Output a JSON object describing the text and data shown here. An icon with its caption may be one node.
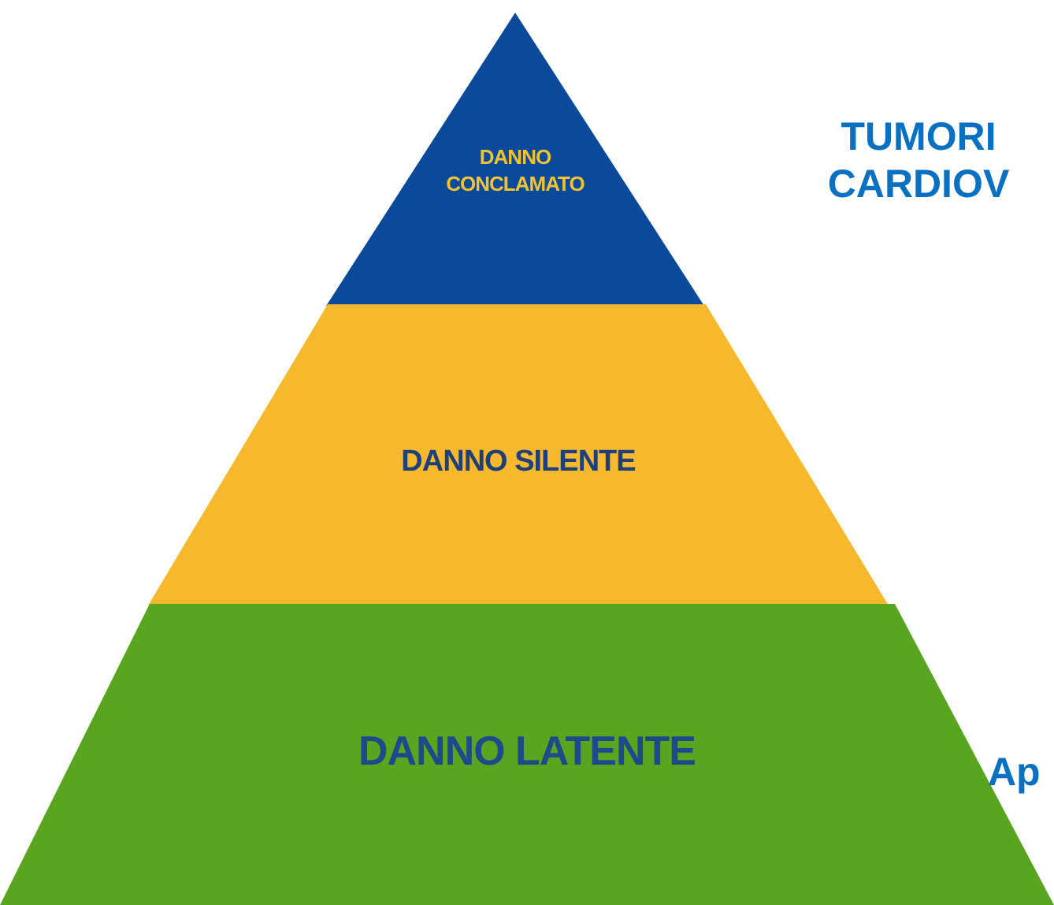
{
  "diagram": {
    "nodes": [
      {
        "text": [
          "DANNO CONCLAMATO"
        ]
      },
      {
        "text": [
          "DANNO SILENTE"
        ]
      },
      {
        "text": [
          "DANNO LATENTE"
        ]
      }
    ],
    "labels": [
      "TUMORI CARDIOV",
      "Ap"
    ]
  }
}
